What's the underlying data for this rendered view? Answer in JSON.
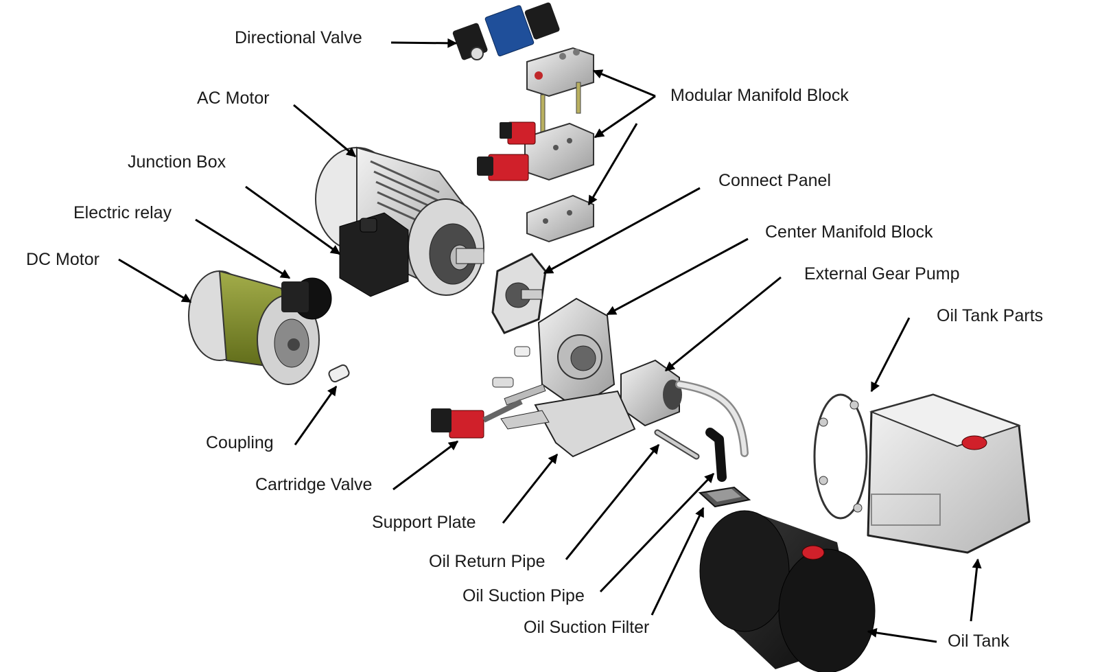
{
  "labels": {
    "directional_valve": "Directional Valve",
    "modular_manifold_block": "Modular Manifold Block",
    "ac_motor": "AC Motor",
    "junction_box": "Junction Box",
    "connect_panel": "Connect Panel",
    "electric_relay": "Electric relay",
    "center_manifold_block": "Center Manifold Block",
    "dc_motor": "DC Motor",
    "external_gear_pump": "External Gear Pump",
    "oil_tank_parts": "Oil Tank Parts",
    "coupling": "Coupling",
    "cartridge_valve": "Cartridge Valve",
    "support_plate": "Support Plate",
    "oil_return_pipe": "Oil Return Pipe",
    "oil_suction_pipe": "Oil Suction Pipe",
    "oil_suction_filter": "Oil Suction Filter",
    "oil_tank": "Oil Tank"
  },
  "colors": {
    "valve_blue": "#1f4f9a",
    "solenoid_red": "#d0202a",
    "dc_motor_green": "#7d8a2a",
    "metal_gray": "#c8c8c8",
    "black_part": "#1c1c1c"
  }
}
